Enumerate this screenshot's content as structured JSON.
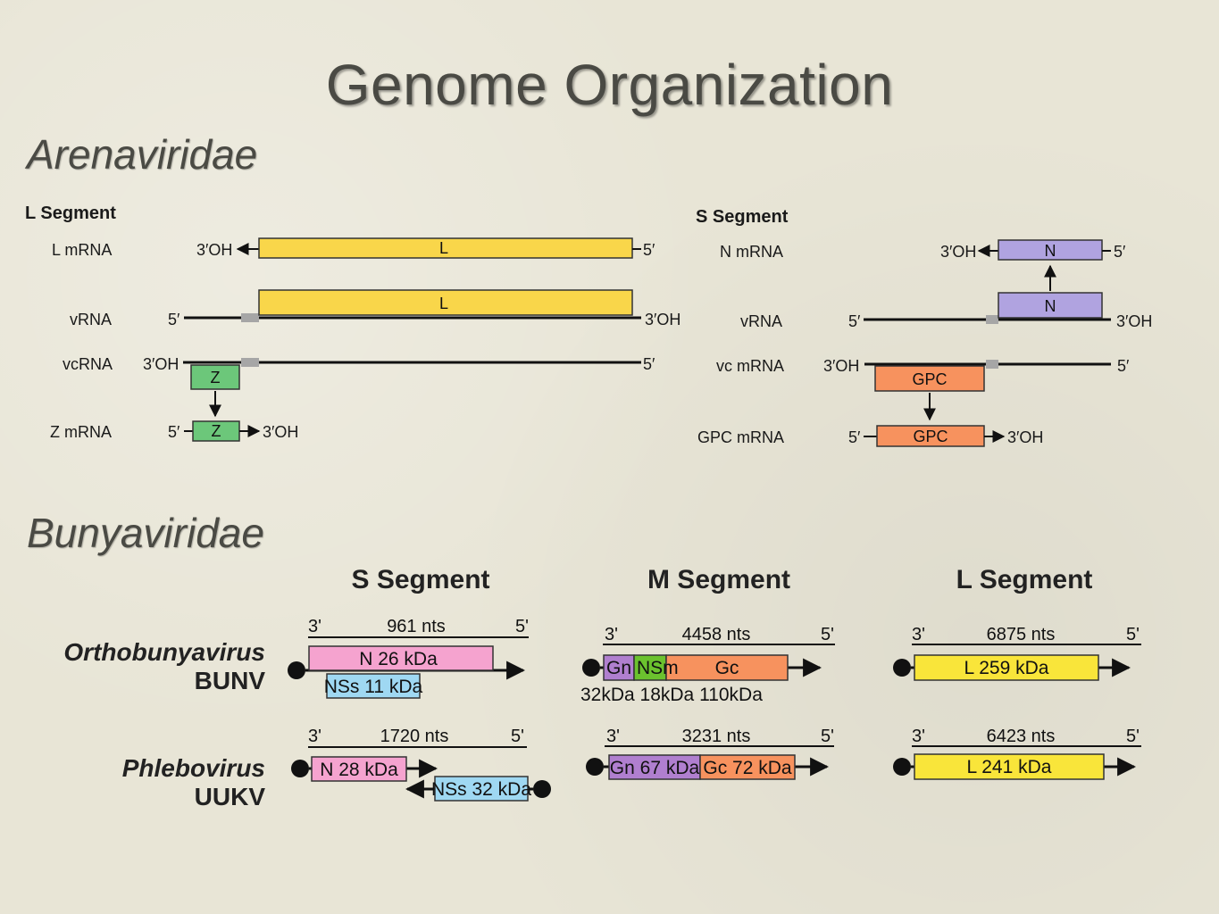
{
  "title": "Genome Organization",
  "sections": {
    "arena": "Arenaviridae",
    "bunya": "Bunyaviridae"
  },
  "arena": {
    "l_segment": {
      "heading": "L Segment",
      "rows": {
        "l_mrna": "L mRNA",
        "vrna": "vRNA",
        "vcrna": "vcRNA",
        "z_mrna": "Z mRNA"
      },
      "gene_l": "L",
      "gene_z": "Z"
    },
    "s_segment": {
      "heading": "S Segment",
      "rows": {
        "n_mrna": "N mRNA",
        "vrna": "vRNA",
        "vc_mrna": "vc mRNA",
        "gpc_mrna": "GPC mRNA"
      },
      "gene_n": "N",
      "gene_gpc": "GPC"
    },
    "ends": {
      "oh3": "3′OH",
      "p5": "5′"
    }
  },
  "bunya": {
    "segment_headings": {
      "s": "S Segment",
      "m": "M Segment",
      "l": "L Segment"
    },
    "ends": {
      "p3": "3'",
      "p5": "5'"
    },
    "viruses": {
      "ortho": {
        "genus": "Orthobunyavirus",
        "abbr": "BUNV",
        "s_nts": "961 nts",
        "s_n": "N 26 kDa",
        "s_nss": "NSs 11 kDa",
        "m_nts": "4458 nts",
        "m_gn": "Gn",
        "m_nsm": "NSm",
        "m_gc": "Gc",
        "m_sizes": "32kDa 18kDa  110kDa",
        "l_nts": "6875 nts",
        "l_l": "L 259 kDa"
      },
      "phlebo": {
        "genus": "Phlebovirus",
        "abbr": "UUKV",
        "s_nts": "1720 nts",
        "s_n": "N 28 kDa",
        "s_nss": "NSs 32 kDa",
        "m_nts": "3231 nts",
        "m_gn": "Gn 67 kDa",
        "m_gc": "Gc 72 kDa",
        "l_nts": "6423 nts",
        "l_l": "L 241 kDa"
      }
    }
  },
  "colors": {
    "L": "#f9d64a",
    "Z": "#6cc77a",
    "N_arena": "#b0a3e0",
    "GPC": "#f7925e",
    "N_bunya": "#f5a3cf",
    "NSs": "#9fd8f2",
    "Gn": "#b07fcf",
    "NSm": "#6bc22e",
    "Gc": "#f7925e",
    "Lbunya": "#f9e53a",
    "linker": "#a6a6a6"
  }
}
